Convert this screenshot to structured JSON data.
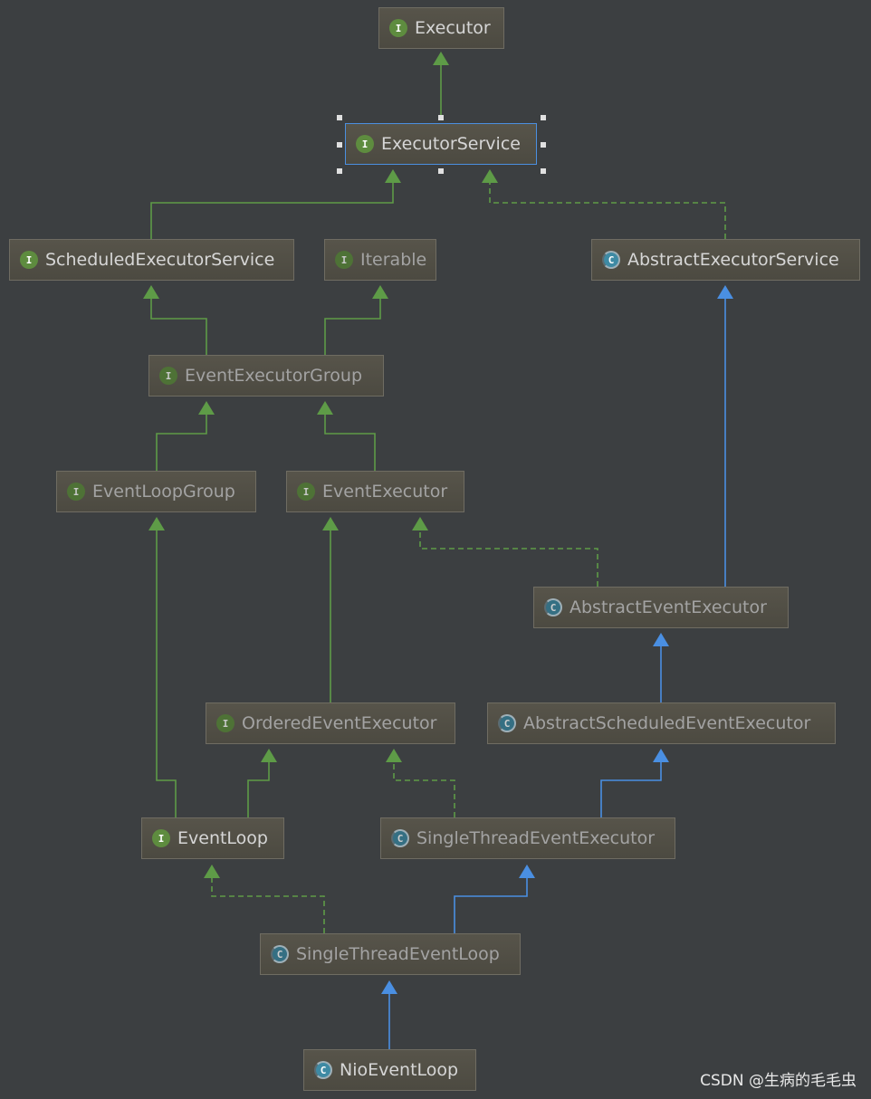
{
  "diagram": {
    "nodes": {
      "executor": {
        "label": "Executor",
        "badge": "I"
      },
      "executor_service": {
        "label": "ExecutorService",
        "badge": "I"
      },
      "scheduled_executor_service": {
        "label": "ScheduledExecutorService",
        "badge": "I"
      },
      "iterable": {
        "label": "Iterable",
        "badge": "I"
      },
      "abstract_executor_service": {
        "label": "AbstractExecutorService",
        "badge": "C"
      },
      "event_executor_group": {
        "label": "EventExecutorGroup",
        "badge": "I"
      },
      "event_loop_group": {
        "label": "EventLoopGroup",
        "badge": "I"
      },
      "event_executor": {
        "label": "EventExecutor",
        "badge": "I"
      },
      "abstract_event_executor": {
        "label": "AbstractEventExecutor",
        "badge": "C"
      },
      "ordered_event_executor": {
        "label": "OrderedEventExecutor",
        "badge": "I"
      },
      "abstract_scheduled_event_executor": {
        "label": "AbstractScheduledEventExecutor",
        "badge": "C"
      },
      "event_loop": {
        "label": "EventLoop",
        "badge": "I"
      },
      "single_thread_event_executor": {
        "label": "SingleThreadEventExecutor",
        "badge": "C"
      },
      "single_thread_event_loop": {
        "label": "SingleThreadEventLoop",
        "badge": "C"
      },
      "nio_event_loop": {
        "label": "NioEventLoop",
        "badge": "C"
      }
    },
    "edge_colors": {
      "interface_extends": "#5e9b47",
      "class_extends": "#4a8fe2",
      "implements": "#5e9b47"
    }
  },
  "watermark": "CSDN @生病的毛毛虫"
}
